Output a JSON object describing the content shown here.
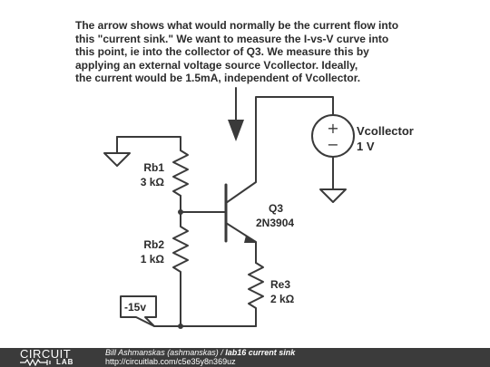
{
  "note": {
    "lines": [
      "The arrow shows what would normally be the current flow into",
      "this \"current sink.\" We want to measure the I-vs-V curve into",
      "this point, ie into the collector of Q3. We measure this by",
      "applying an external voltage source Vcollector. Ideally,",
      "the current would be 1.5mA, independent of Vcollector."
    ]
  },
  "components": {
    "rb1": {
      "name": "Rb1",
      "value": "3 kΩ"
    },
    "rb2": {
      "name": "Rb2",
      "value": "1 kΩ"
    },
    "re3": {
      "name": "Re3",
      "value": "2 kΩ"
    },
    "q3": {
      "name": "Q3",
      "part": "2N3904"
    },
    "vcollector": {
      "name": "Vcollector",
      "value": "1 V",
      "plus": "+",
      "minus": "−"
    },
    "supply": {
      "label": "-15v"
    }
  },
  "footer": {
    "logo_top": "CIRCUIT",
    "logo_bottom": "LAB",
    "author": "Bill Ashmanskas (ashmanskas)",
    "separator": " / ",
    "title": "lab16 current sink",
    "url": "http://circuitlab.com/c5e35y8n369uz"
  },
  "colors": {
    "wire": "#3a3a3a",
    "footer_bg": "#3b3b3b",
    "text": "#2b2b2b"
  }
}
